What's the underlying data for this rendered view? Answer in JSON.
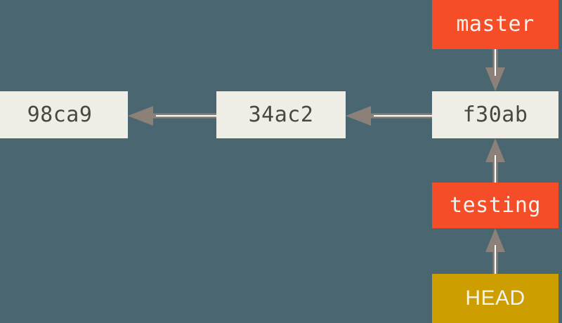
{
  "diagram": {
    "title": "Git branch and HEAD pointer diagram",
    "background_color": "#4a6670",
    "colors": {
      "background": "#4a6670",
      "commit_box": "#eeeee6",
      "commit_text": "#4b463f",
      "branch_box": "#f44d27",
      "branch_text": "#f2f2ee",
      "head_box": "#cc9e00",
      "head_text": "#f2f2ee",
      "arrow": "#8c8178",
      "arrow_center_line": "#ffffff"
    },
    "commits": [
      {
        "id": "commit-98ca9",
        "label": "98ca9"
      },
      {
        "id": "commit-34ac2",
        "label": "34ac2"
      },
      {
        "id": "commit-f30ab",
        "label": "f30ab"
      }
    ],
    "branches": [
      {
        "id": "branch-master",
        "label": "master"
      },
      {
        "id": "branch-testing",
        "label": "testing"
      }
    ],
    "pointer": {
      "id": "head",
      "label": "HEAD"
    },
    "edges": [
      {
        "from": "34ac2",
        "to": "98ca9",
        "direction": "left"
      },
      {
        "from": "f30ab",
        "to": "34ac2",
        "direction": "left"
      },
      {
        "from": "master",
        "to": "f30ab",
        "direction": "down"
      },
      {
        "from": "testing",
        "to": "f30ab",
        "direction": "up"
      },
      {
        "from": "HEAD",
        "to": "testing",
        "direction": "up"
      }
    ]
  }
}
